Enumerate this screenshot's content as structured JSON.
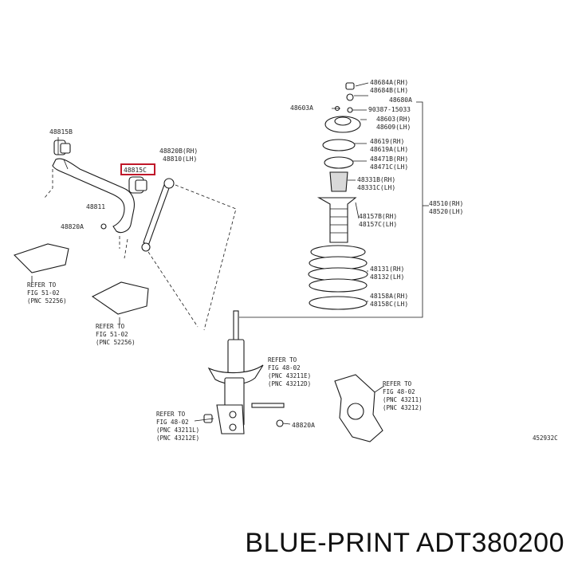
{
  "labels": {
    "p48815b": "48815B",
    "p48811": "48811",
    "p48815c": "48815C",
    "p48820a_left": "48820A",
    "p48820b_rh": "48820B(RH)",
    "p48810_lh": "48810(LH)",
    "p48684a_rh": "48684A(RH)",
    "p48684b_lh": "48684B(LH)",
    "p48680a": "48680A",
    "p48603a": "48603A",
    "p90387": "90387-15033",
    "p48603_rh": "48603(RH)",
    "p48609_lh": "48609(LH)",
    "p48619_rh": "48619(RH)",
    "p48619a_lh": "48619A(LH)",
    "p48471b_rh": "48471B(RH)",
    "p48471c_lh": "48471C(LH)",
    "p48331b_rh": "48331B(RH)",
    "p48331c_lh": "48331C(LH)",
    "p48510_rh": "48510(RH)",
    "p48520_lh": "48520(LH)",
    "p48157b_rh": "48157B(RH)",
    "p48157c_lh": "48157C(LH)",
    "p48131_rh": "48131(RH)",
    "p48132_lh": "48132(LH)",
    "p48158a_rh": "48158A(RH)",
    "p48158c_lh": "48158C(LH)",
    "p48820a_right": "48820A",
    "diagram_code": "452932C"
  },
  "refs": {
    "fig51_a": [
      "REFER TO",
      "FIG 51-02",
      "(PNC 52256)"
    ],
    "fig51_b": [
      "REFER TO",
      "FIG 51-02",
      "(PNC 52256)"
    ],
    "fig48_strut": [
      "REFER TO",
      "FIG 48-02",
      "(PNC 43211E)",
      "(PNC 43212D)"
    ],
    "fig48_knuckle_left": [
      "REFER TO",
      "FIG 48-02",
      "(PNC 43211L)",
      "(PNC 43212E)"
    ],
    "fig48_knuckle_right": [
      "REFER TO",
      "FIG 48-02",
      "(PNC 43211)",
      "(PNC 43212)"
    ]
  },
  "highlight": {
    "part": "48815C",
    "color": "#c0182a"
  },
  "footer": {
    "brand": "BLUE-PRINT",
    "part_number": "ADT380200"
  }
}
